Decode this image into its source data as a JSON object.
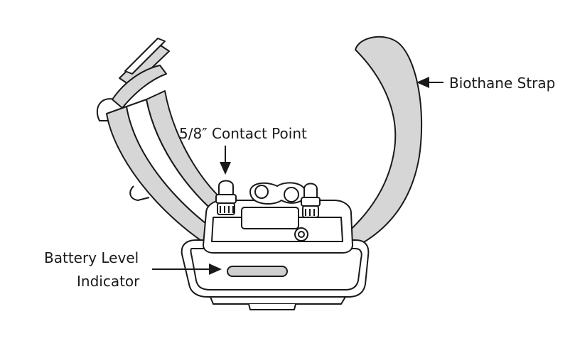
{
  "labels": {
    "biothane_strap": "Biothane Strap",
    "contact_point": "5/8″ Contact Point",
    "battery_line1": "Battery Level",
    "battery_line2": "Indicator"
  },
  "colors": {
    "outline": "#1a1a1a",
    "strap_fill": "#d6d6d6",
    "body_fill": "#ffffff",
    "indicator_fill": "#d0d0d0"
  }
}
